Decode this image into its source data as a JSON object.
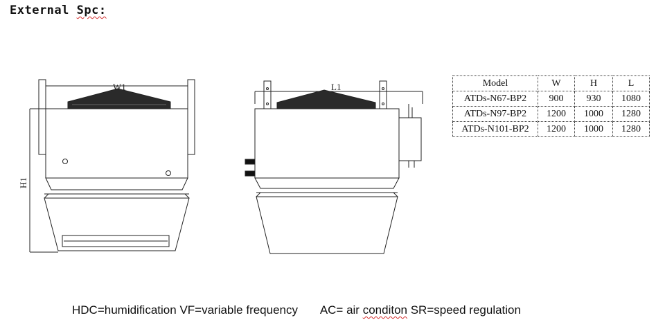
{
  "title": {
    "prefix": "External ",
    "word": "Spc:"
  },
  "drawing": {
    "front_width_label": "W1",
    "front_height_label": "H1",
    "side_length_label": "L1"
  },
  "table": {
    "headers": [
      "Model",
      "W",
      "H",
      "L"
    ],
    "rows": [
      [
        "ATDs-N67-BP2",
        "900",
        "930",
        "1080"
      ],
      [
        "ATDs-N97-BP2",
        "1200",
        "1000",
        "1280"
      ],
      [
        "ATDs-N101-BP2",
        "1200",
        "1000",
        "1280"
      ]
    ]
  },
  "footer": {
    "hdc": "HDC=humidification",
    "vf": "VF=variable frequency",
    "ac_prefix": "AC= air ",
    "ac_word": "conditon",
    "sr": "SR=speed regulation"
  }
}
